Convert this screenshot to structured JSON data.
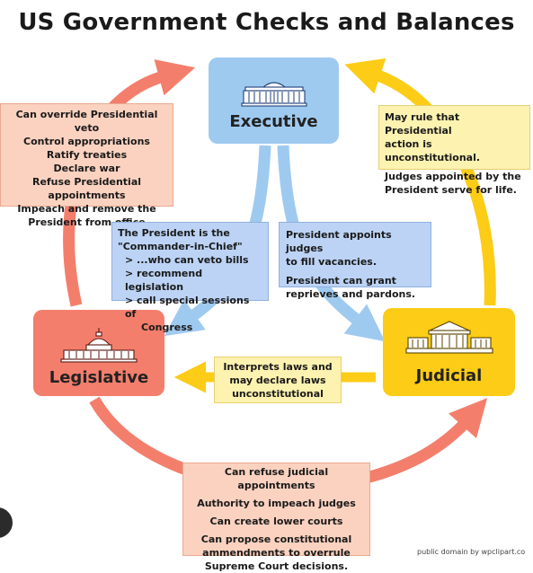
{
  "title": "US Government Checks and Balances",
  "branches": {
    "executive": "Executive",
    "legislative": "Legislative",
    "judicial": "Judicial"
  },
  "legislative_over_executive": [
    "Can override Presidential veto",
    "Control appropriations",
    "Ratify treaties",
    "Declare war",
    "Refuse Presidential appointments",
    "Impeach and remove the",
    "President from office"
  ],
  "judicial_over_executive": [
    "May rule that Presidential",
    "action is unconstitutional.",
    "Judges appointed by the",
    "President serve for life."
  ],
  "executive_over_legislative": {
    "heading_1": "The President is the",
    "heading_2": "\"Commander-in-Chief\"",
    "items": [
      "> ...who can veto bills",
      "> recommend legislation",
      "> call special sessions of",
      "Congress"
    ]
  },
  "executive_over_judicial": [
    "President appoints judges",
    "to fill vacancies.",
    "President can grant",
    "reprieves and pardons."
  ],
  "judicial_over_legislative": [
    "Interprets laws and",
    "may declare laws",
    "unconstitutional"
  ],
  "legislative_over_judicial": [
    "Can refuse judicial appointments",
    "Authority to impeach judges",
    "Can create lower courts",
    "Can propose constitutional",
    "ammendments to overrule",
    "Supreme Court decisions."
  ],
  "credit": "public domain by wpclipart.co",
  "colors": {
    "executive": "#9fcaf0",
    "legislative": "#f47e6c",
    "judicial": "#fccc16"
  }
}
